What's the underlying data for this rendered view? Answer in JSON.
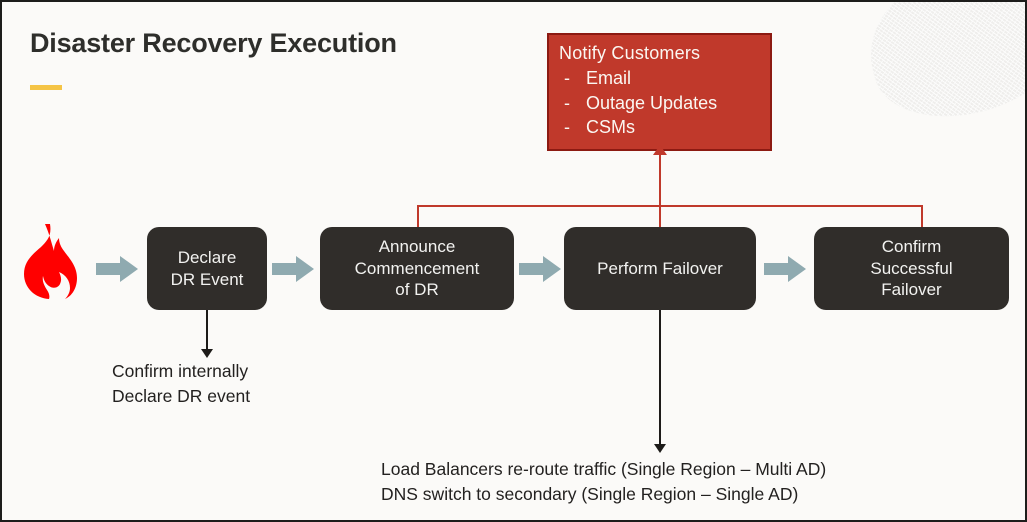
{
  "slide": {
    "title": "Disaster Recovery Execution",
    "background_color": "#FBFAF8",
    "accent_color": "#F5C445",
    "border_color": "#1D1D1B"
  },
  "notify_card": {
    "header": "Notify Customers",
    "fill_color": "#C0392B",
    "border_color": "#8C1A12",
    "text_color": "#FBF7F2",
    "bullet_marker": "-",
    "items": [
      {
        "marker": "-",
        "label": "Email"
      },
      {
        "marker": "-",
        "label": "Outage Updates"
      },
      {
        "marker": "-",
        "label": "CSMs"
      }
    ]
  },
  "trigger": {
    "icon": "flame-icon",
    "color": "#FF0000"
  },
  "process": {
    "box_fill": "#302D2A",
    "box_text_color": "#F2F2F0",
    "arrow_color": "#8FAAB0",
    "steps": [
      {
        "label": "Declare\nDR Event",
        "lines": [
          "Declare",
          "DR Event"
        ]
      },
      {
        "label": "Announce Commencement of DR",
        "lines": [
          "Announce",
          "Commencement",
          "of DR"
        ]
      },
      {
        "label": "Perform Failover",
        "lines": [
          "Perform Failover"
        ]
      },
      {
        "label": "Confirm Successful Failover",
        "lines": [
          "Confirm",
          "Successful",
          "Failover"
        ]
      }
    ]
  },
  "connectors": {
    "notify_bus_color": "#C0392B",
    "annotation_arrow_color": "#1D1B19"
  },
  "annotations": [
    {
      "id": "declare-note",
      "lines": [
        "Confirm internally",
        "Declare DR event"
      ]
    },
    {
      "id": "failover-note",
      "lines": [
        "Load Balancers re-route traffic (Single Region – Multi AD)",
        "DNS switch to secondary (Single Region – Single AD)"
      ]
    }
  ]
}
